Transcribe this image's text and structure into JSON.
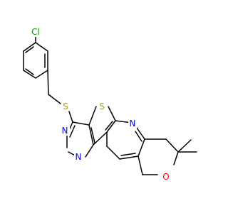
{
  "molecule": {
    "atoms": {
      "chlorine": {
        "label": "Cl",
        "color": "#00a000"
      },
      "thioether_sulfur": {
        "label": "S",
        "color": "#b5a000"
      },
      "thiophene_sulfur": {
        "label": "S",
        "color": "#b5a000"
      },
      "pyrimidine_n1": {
        "label": "N",
        "color": "#0000ff"
      },
      "pyrimidine_n2": {
        "label": "N",
        "color": "#0000ff"
      },
      "pyridine_n": {
        "label": "N",
        "color": "#0000ff"
      },
      "pyran_oxygen": {
        "label": "O",
        "color": "#ff0000"
      }
    }
  }
}
